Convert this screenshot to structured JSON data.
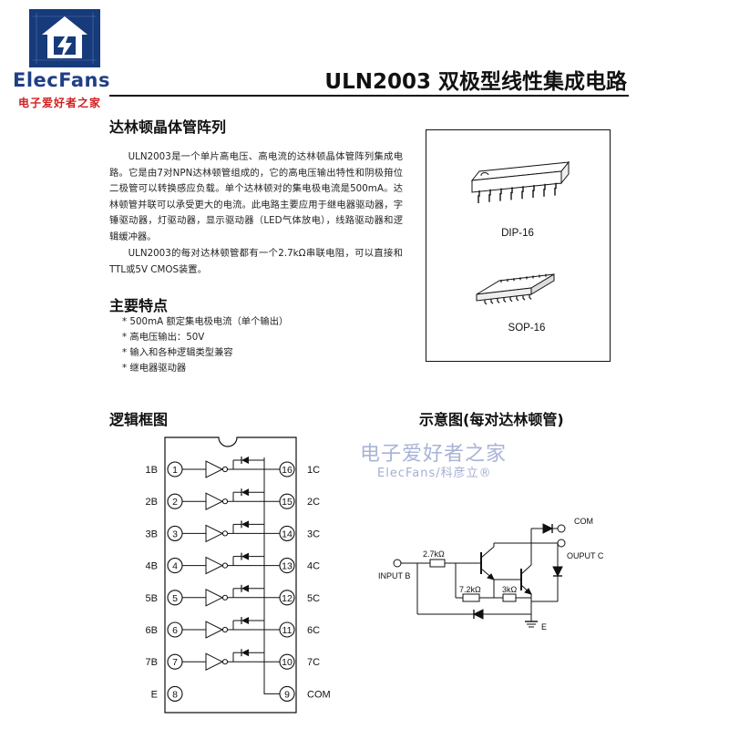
{
  "header": {
    "logo_icon": "house-bolt-logo-icon",
    "brand_name": "ElecFans",
    "brand_sub": "电子爱好者之家",
    "doc_title": "ULN2003 双极型线性集成电路"
  },
  "intro": {
    "heading": "达林顿晶体管阵列",
    "paragraphs": [
      "ULN2003是一个单片高电压、高电流的达林顿晶体管阵列集成电路。它是由7对NPN达林顿管组成的，它的高电压输出特性和阴极箝位二极管可以转换感应负载。单个达林顿对的集电极电流是500mA。达林顿管并联可以承受更大的电流。此电路主要应用于继电器驱动器，字锤驱动器，灯驱动器，显示驱动器（LED气体放电），线路驱动器和逻辑缓冲器。",
      "ULN2003的每对达林顿管都有一个2.7kΩ串联电阻，可以直接和TTL或5V CMOS装置。"
    ]
  },
  "packages": {
    "dip_label": "DIP-16",
    "sop_label": "SOP-16"
  },
  "features": {
    "heading": "主要特点",
    "items": [
      "* 500mA 额定集电极电流（单个输出）",
      "* 高电压输出：50V",
      "* 输入和各种逻辑类型兼容",
      "* 继电器驱动器"
    ]
  },
  "logic_diagram": {
    "heading": "逻辑框图"
  },
  "schematic": {
    "heading": "示意图(每对达林顿管)",
    "resistor_r1": "2.7kΩ",
    "resistor_r2": "7.2kΩ",
    "resistor_r3": "3kΩ",
    "label_com": "COM",
    "label_output": "OUPUT C",
    "label_input": "INPUT B",
    "label_e": "E"
  },
  "watermark": {
    "line1": "电子爱好者之家",
    "line2": "ElecFans/科彦立®"
  },
  "chart_data": {
    "type": "table",
    "pins": [
      {
        "num": "1",
        "label": "1B"
      },
      {
        "num": "2",
        "label": "2B"
      },
      {
        "num": "3",
        "label": "3B"
      },
      {
        "num": "4",
        "label": "4B"
      },
      {
        "num": "5",
        "label": "5B"
      },
      {
        "num": "6",
        "label": "6B"
      },
      {
        "num": "7",
        "label": "7B"
      },
      {
        "num": "8",
        "label": "E"
      },
      {
        "num": "9",
        "label": "COM"
      },
      {
        "num": "10",
        "label": "7C"
      },
      {
        "num": "11",
        "label": "6C"
      },
      {
        "num": "12",
        "label": "5C"
      },
      {
        "num": "13",
        "label": "4C"
      },
      {
        "num": "14",
        "label": "3C"
      },
      {
        "num": "15",
        "label": "2C"
      },
      {
        "num": "16",
        "label": "1C"
      }
    ]
  }
}
